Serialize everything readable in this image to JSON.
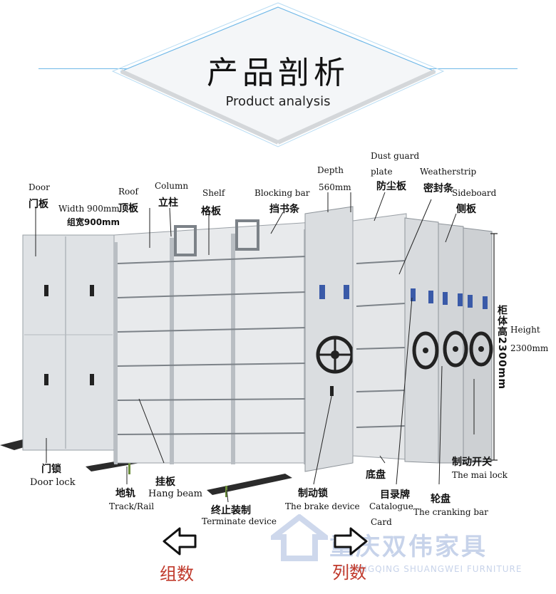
{
  "header": {
    "title_zh": "产品剖析",
    "title_en": "Product analysis"
  },
  "labels": {
    "door_en": "Door",
    "door_zh": "门板",
    "width_en": "Width 900mm",
    "width_zh": "组宽900mm",
    "roof_en": "Roof",
    "roof_zh": "顶板",
    "column_en": "Column",
    "column_zh": "立柱",
    "shelf_en": "Shelf",
    "shelf_zh": "格板",
    "blocking_en": "Blocking bar",
    "blocking_zh": "挡书条",
    "depth_en": "Depth",
    "depth_val": "560mm",
    "dust_en1": "Dust guard",
    "dust_en2": "plate",
    "dust_zh": "防尘板",
    "weather_en": "Weatherstrip",
    "weather_zh": "密封条",
    "sideboard_en": "Sideboard",
    "sideboard_zh": "侧板",
    "height_zh": "柜体高2300mm",
    "height_en1": "Height",
    "height_en2": "2300mm",
    "doorlock_zh": "门锁",
    "doorlock_en": "Door lock",
    "rail_zh": "地轨",
    "rail_en": "Track/Rail",
    "hang_zh": "挂板",
    "hang_en": "Hang beam",
    "term_zh": "终止装制",
    "term_en": "Terminate device",
    "brake_zh": "制动锁",
    "brake_en": "The brake device",
    "base_zh": "底盘",
    "catalog_zh": "目录牌",
    "catalog_en1": "Catalogue",
    "catalog_en2": "Card",
    "crank_zh": "轮盘",
    "crank_en": "The cranking bar",
    "mainlock_zh": "制动开关",
    "mainlock_en": "The mai lock"
  },
  "nav": {
    "left_label": "组数",
    "right_label": "列数"
  },
  "watermark": {
    "name_zh": "重庆双伟家具",
    "name_en": "CHONGQING SHUANGWEI FURNITURE"
  },
  "colors": {
    "accent_line": "#6fb8e8",
    "cabinet_body": "#d9dcdf",
    "cabinet_edge": "#9aa0a6",
    "nav_text": "#c0392b",
    "watermark": "#3a63b5"
  }
}
